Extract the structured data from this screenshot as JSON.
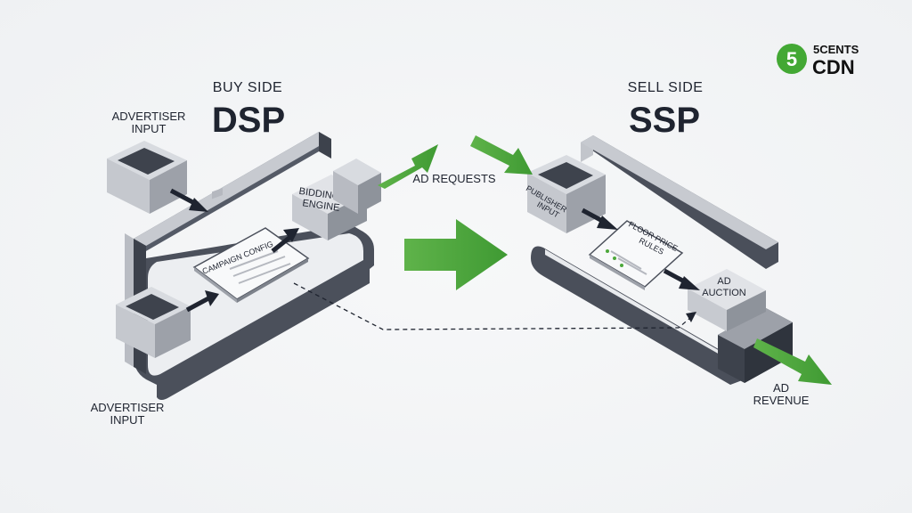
{
  "logo": {
    "badge": "5",
    "line1": "5CENTS",
    "line2": "CDN",
    "color": "#43a834"
  },
  "buy_side": {
    "label": "BUY SIDE",
    "title": "DSP",
    "advertiser_input_top": [
      "ADVERTISER",
      "INPUT"
    ],
    "advertiser_input_bottom": [
      "ADVERTISER",
      "INPUT"
    ],
    "bidding_engine": [
      "BIDDING",
      "ENGINE"
    ],
    "campaign_config": "CAMPAIGN CONFIG"
  },
  "sell_side": {
    "label": "SELL SIDE",
    "title": "SSP",
    "publisher_input": [
      "PUBLISHER",
      "INPUT"
    ],
    "floor_price_rules": [
      "FLOOR PRICE",
      "RULES"
    ],
    "ad_auction": [
      "AD",
      "AUCTION"
    ],
    "ad_revenue": [
      "AD",
      "REVENUE"
    ]
  },
  "flow": {
    "ad_requests": "AD REQUESTS"
  },
  "colors": {
    "green": "#4ca83b",
    "frame_dark": "#4a4f5a",
    "frame_light": "#c9ccd2",
    "text": "#1f2430"
  }
}
